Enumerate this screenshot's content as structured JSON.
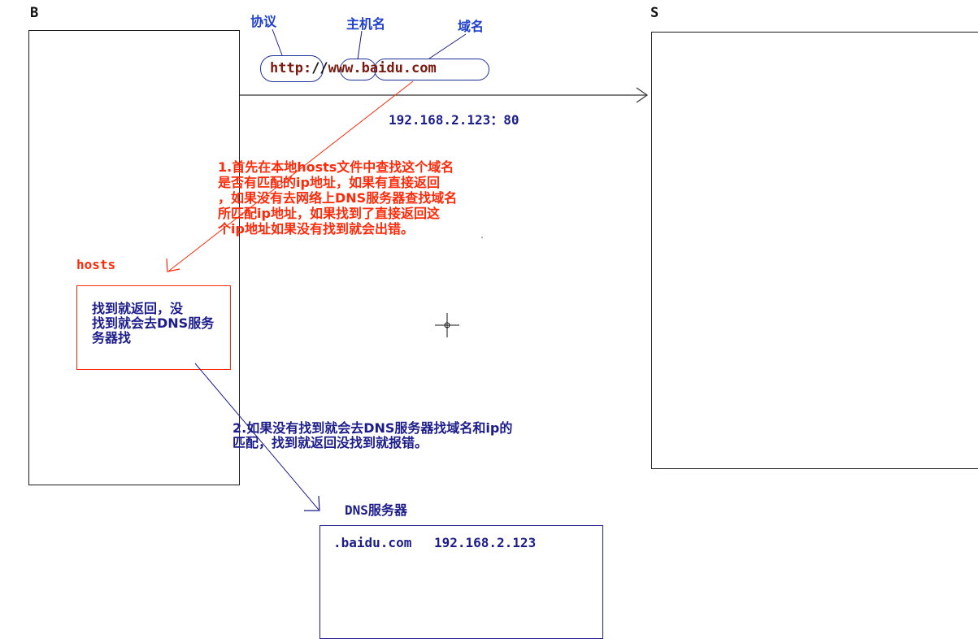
{
  "labels": {
    "browser": "B",
    "server": "S",
    "protocol": "协议",
    "hostname": "主机名",
    "domain": "域名",
    "url_http": "http:",
    "url_slashes": "//",
    "url_www": "www",
    "url_domain": ".baidu.com",
    "ip_port": "192.168.2.123：80",
    "hosts": "hosts",
    "dns_server": "DNS服务器"
  },
  "notes": {
    "step1": "1.首先在本地hosts文件中查找这个域名\n是否有匹配的ip地址，如果有直接返回\n，如果没有去网络上DNS服务器查找域名\n所匹配ip地址，如果找到了直接返回这\n个ip地址如果没有找到就会出错。",
    "hosts_box": "找到就返回，没\n找到就会去DNS服务\n务器找",
    "step2": "2.如果没有找到就会去DNS服务器找域名和ip的\n匹配，找到就返回没找到就报错。"
  },
  "dns_record": {
    "domain": ".baidu.com",
    "ip": "192.168.2.123"
  },
  "colors": {
    "box_border": "#1a1a1a",
    "navy": "#1c1c8c",
    "blue": "#1f3fcf",
    "red": "#ff2a0a",
    "arrow_gray": "#333333"
  }
}
